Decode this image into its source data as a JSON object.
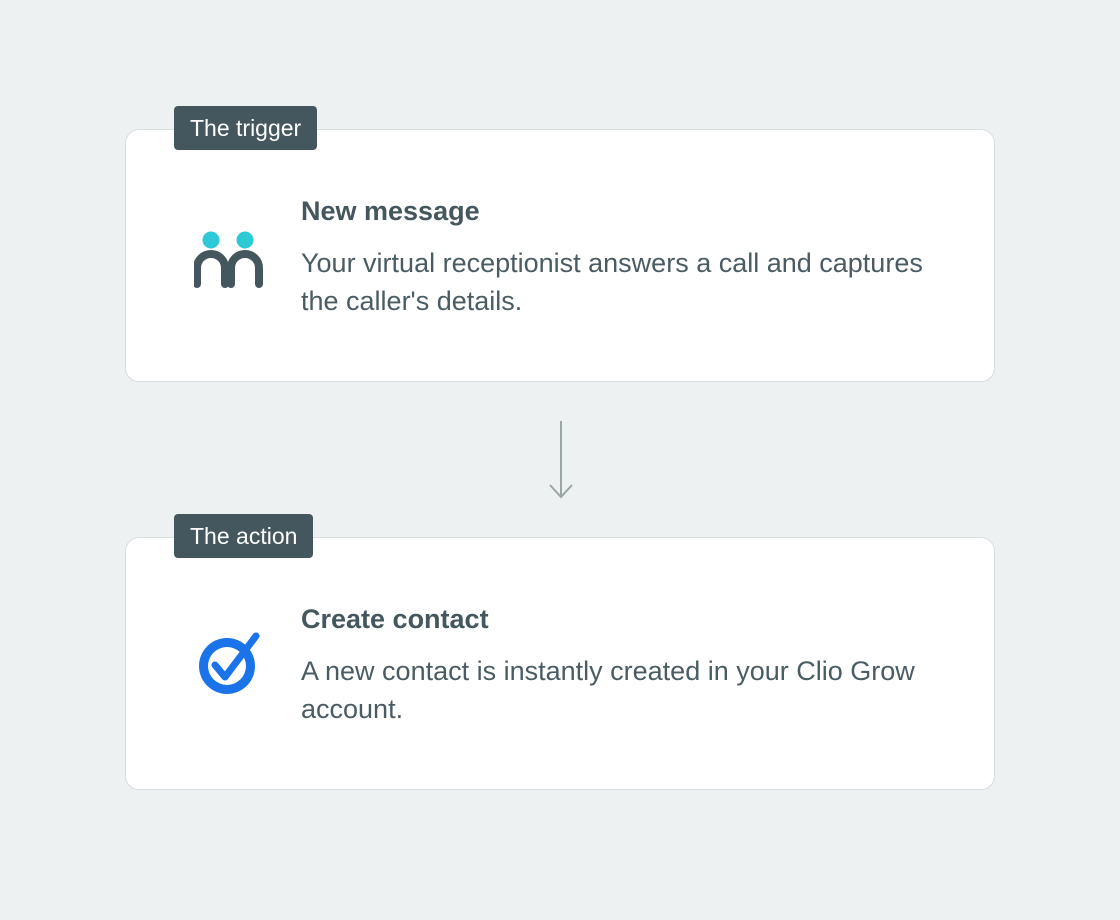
{
  "trigger": {
    "tag": "The trigger",
    "title": "New message",
    "description": "Your virtual receptionist answers a call and captures the caller's details.",
    "icon": "receptionist-icon"
  },
  "action": {
    "tag": "The action",
    "title": "Create contact",
    "description": "A new contact is instantly created in your Clio Grow account.",
    "icon": "clio-checkmark-icon"
  },
  "connector_icon": "down-arrow-icon",
  "colors": {
    "background": "#eef1f2",
    "tag_bg": "#44575f",
    "text_dark": "#44575f",
    "accent_teal": "#2ec9d6",
    "accent_blue": "#1a73e8",
    "arrow": "#9aa6a3"
  }
}
